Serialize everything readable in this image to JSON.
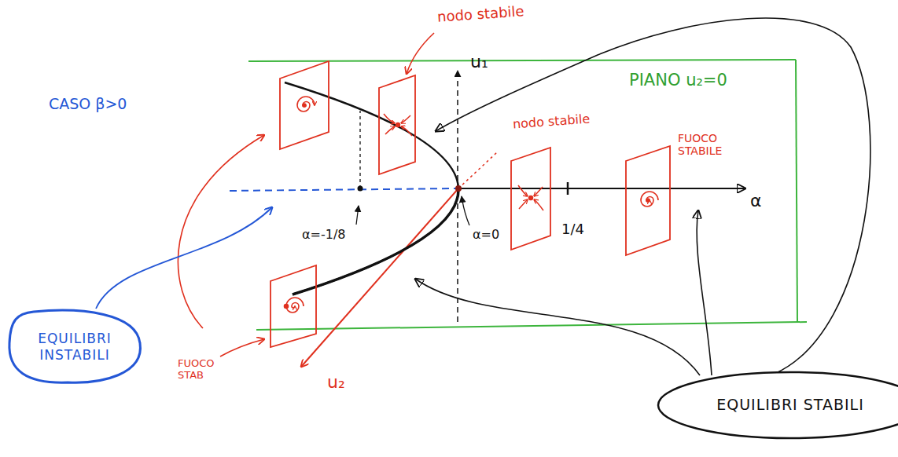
{
  "diagram": {
    "nodes": [
      {
        "text": [
          "EQUILIBRI INSTABILI"
        ]
      },
      {
        "text": [
          "EQUILIBRI STABILI"
        ]
      }
    ],
    "labels": [
      "CASO β>0",
      "nodo stabile",
      "u₁",
      "PIANO u₂=0",
      "nodo stabile",
      "FUOCO STABILE",
      "α",
      "α=-1/8",
      "1/4",
      "α=0",
      "u₂",
      "FUOCO STAB"
    ]
  }
}
